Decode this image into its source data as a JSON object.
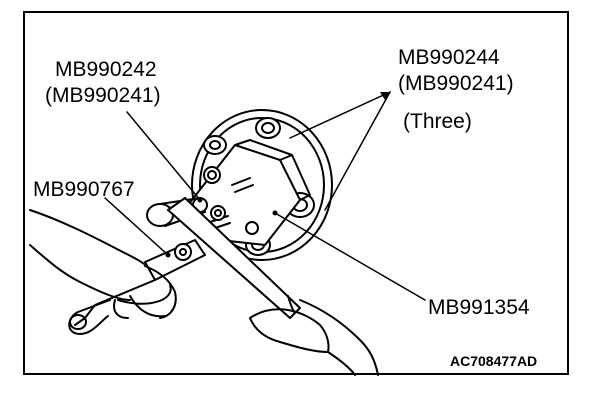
{
  "labels": {
    "tool_a_line1": "MB990242",
    "tool_a_line2": "(MB990241)",
    "tool_b_line1": "MB990244",
    "tool_b_line2": "(MB990241)",
    "tool_b_line3": "(Three)",
    "tool_c": "MB990767",
    "tool_d": "MB991354"
  },
  "figure_code": "AC708477AD",
  "colors": {
    "ink": "#000000",
    "paper": "#ffffff"
  }
}
